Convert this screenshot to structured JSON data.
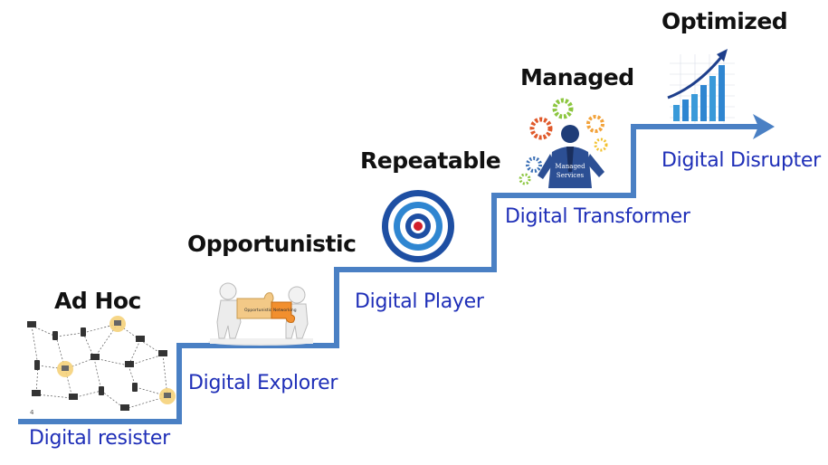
{
  "stages": [
    {
      "title": "Ad Hoc",
      "label": "Digital resister",
      "icon": "network-icon",
      "page_marker": "4"
    },
    {
      "title": "Opportunistic",
      "label": "Digital Explorer",
      "icon": "puzzle-people-icon",
      "puzzle_text": "Opportunistic Networking"
    },
    {
      "title": "Repeatable",
      "label": "Digital Player",
      "icon": "target-icon"
    },
    {
      "title": "Managed",
      "label": "Digital Transformer",
      "icon": "managed-services-icon",
      "badge_text": "Managed Services"
    },
    {
      "title": "Optimized",
      "label": "Digital Disrupter",
      "icon": "growth-chart-icon"
    }
  ],
  "colors": {
    "staircase": "#4a80c4",
    "label_text": "#1f2fb8",
    "title_text": "#111111"
  }
}
